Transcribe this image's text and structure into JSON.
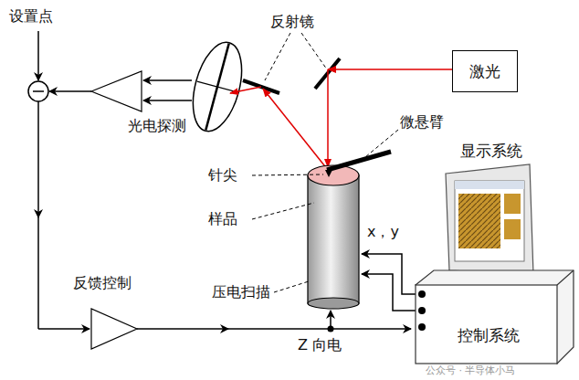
{
  "diagram": {
    "nodes": [
      {
        "text": [
          "激光"
        ]
      },
      {
        "text": [
          "显示系统"
        ]
      },
      {
        "text": [
          "控制系统"
        ]
      }
    ],
    "labels": [
      "设置点",
      "反射镜",
      "光电探测",
      "微悬臂",
      "针尖",
      "样品",
      "x，y",
      "反馈控制",
      "压电扫描",
      "Z 向电",
      "公众号 · 半导体小马"
    ]
  }
}
